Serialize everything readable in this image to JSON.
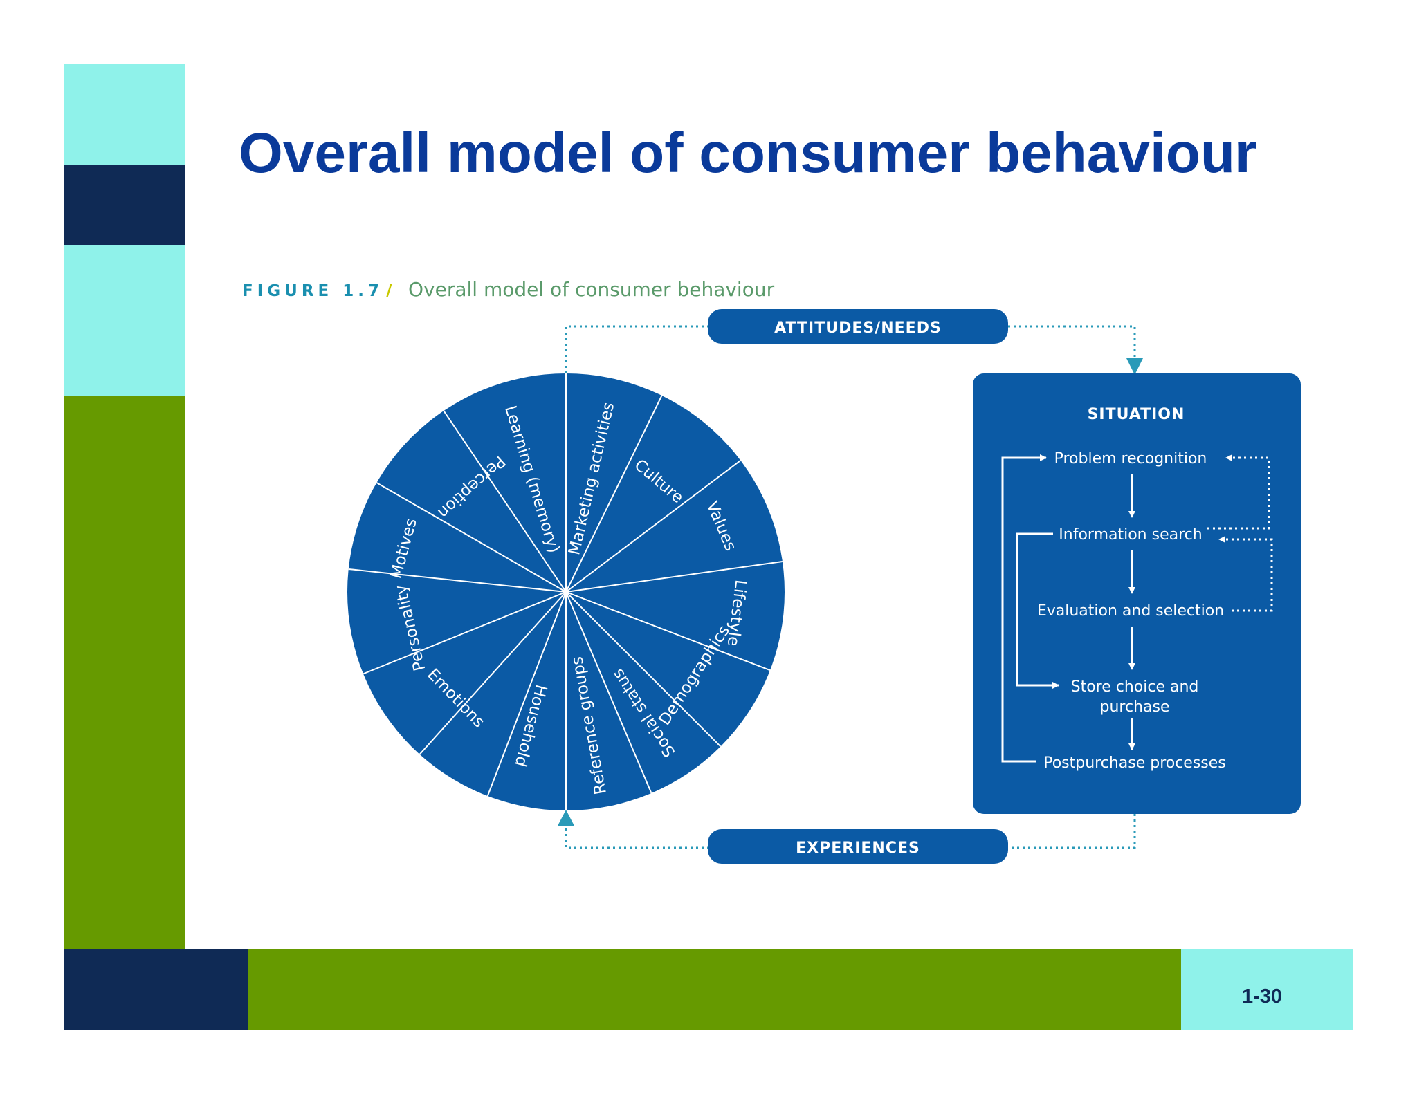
{
  "slide": {
    "title": "Overall model of consumer behaviour",
    "page_number": "1-30"
  },
  "figure": {
    "label": "FIGURE 1.7",
    "separator": "/",
    "caption": "Overall model of consumer behaviour"
  },
  "wheel": {
    "segments": [
      "Learning (memory)",
      "Marketing activities",
      "Culture",
      "Values",
      "Lifestyle",
      "Demographics",
      "Social status",
      "Reference groups",
      "Household",
      "Emotions",
      "Personality",
      "Motives",
      "Perception"
    ]
  },
  "attitudes": {
    "label": "ATTITUDES/NEEDS"
  },
  "experiences": {
    "label": "EXPERIENCES"
  },
  "situation": {
    "title": "SITUATION",
    "steps": [
      "Problem recognition",
      "Information search",
      "Evaluation and selection",
      "Store choice and",
      "purchase",
      "Postpurchase processes"
    ]
  },
  "colors": {
    "title_blue": "#0a3a9a",
    "diagram_blue": "#0b5aa5",
    "cyan": "#8ff2ea",
    "navy": "#0f2a55",
    "green": "#669a00",
    "figure_teal": "#1a8faf",
    "caption_green": "#5a9a6a",
    "connector_teal": "#2a9ab8"
  }
}
